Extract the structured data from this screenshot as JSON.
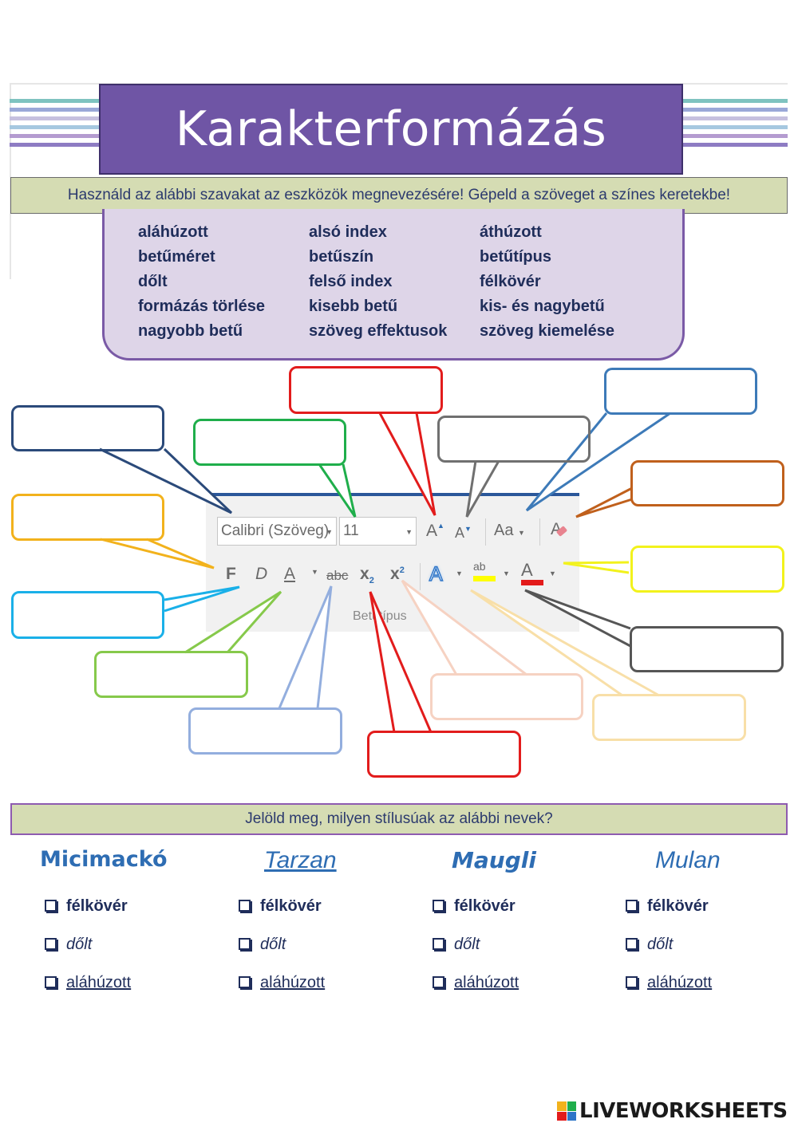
{
  "title": "Karakterformázás",
  "instruction": "Használd az alábbi szavakat az eszközök megnevezésére! Gépeld a szöveget a színes keretekbe!",
  "wordbank": {
    "columns": [
      [
        "aláhúzott",
        "betűméret",
        "dőlt",
        "formázás törlése",
        "nagyobb betű"
      ],
      [
        "alsó index",
        "betűszín",
        "felső index",
        "kisebb betű",
        "szöveg effektusok"
      ],
      [
        "áthúzott",
        "betűtípus",
        "félkövér",
        "kis- és nagybetű",
        "szöveg kiemelése"
      ]
    ]
  },
  "ribbon": {
    "font_name": "Calibri (Szöveg)",
    "font_size": "11",
    "grow_label": "A",
    "shrink_label": "A",
    "case_label": "Aa",
    "bold_label": "F",
    "italic_label": "D",
    "underline_label": "A",
    "strike_label": "abc",
    "sub_label": "x",
    "sub_mark": "2",
    "sup_label": "x",
    "sup_mark": "2",
    "effects_label": "A",
    "highlight_label": "ab",
    "color_label": "A",
    "group_label": "Betűtípus"
  },
  "colors": {
    "header_purple": "#6f55a5",
    "bar_green": "#d5dcb3",
    "wordbank_bg": "#ded5e8",
    "text_navy": "#1f2d5a",
    "title_blue": "#2e6db3"
  },
  "question": "Jelöld meg, milyen stílusúak az alábbi nevek?",
  "names": [
    {
      "name": "Micimackó",
      "options": [
        "félkövér",
        "dőlt",
        "aláhúzott"
      ]
    },
    {
      "name": "Tarzan",
      "options": [
        "félkövér",
        "dőlt",
        "aláhúzott"
      ]
    },
    {
      "name": "Maugli",
      "options": [
        "félkövér",
        "dőlt",
        "aláhúzott"
      ]
    },
    {
      "name": "Mulan",
      "options": [
        "félkövér",
        "dőlt",
        "aláhúzott"
      ]
    }
  ],
  "brand": "LIVEWORKSHEETS"
}
